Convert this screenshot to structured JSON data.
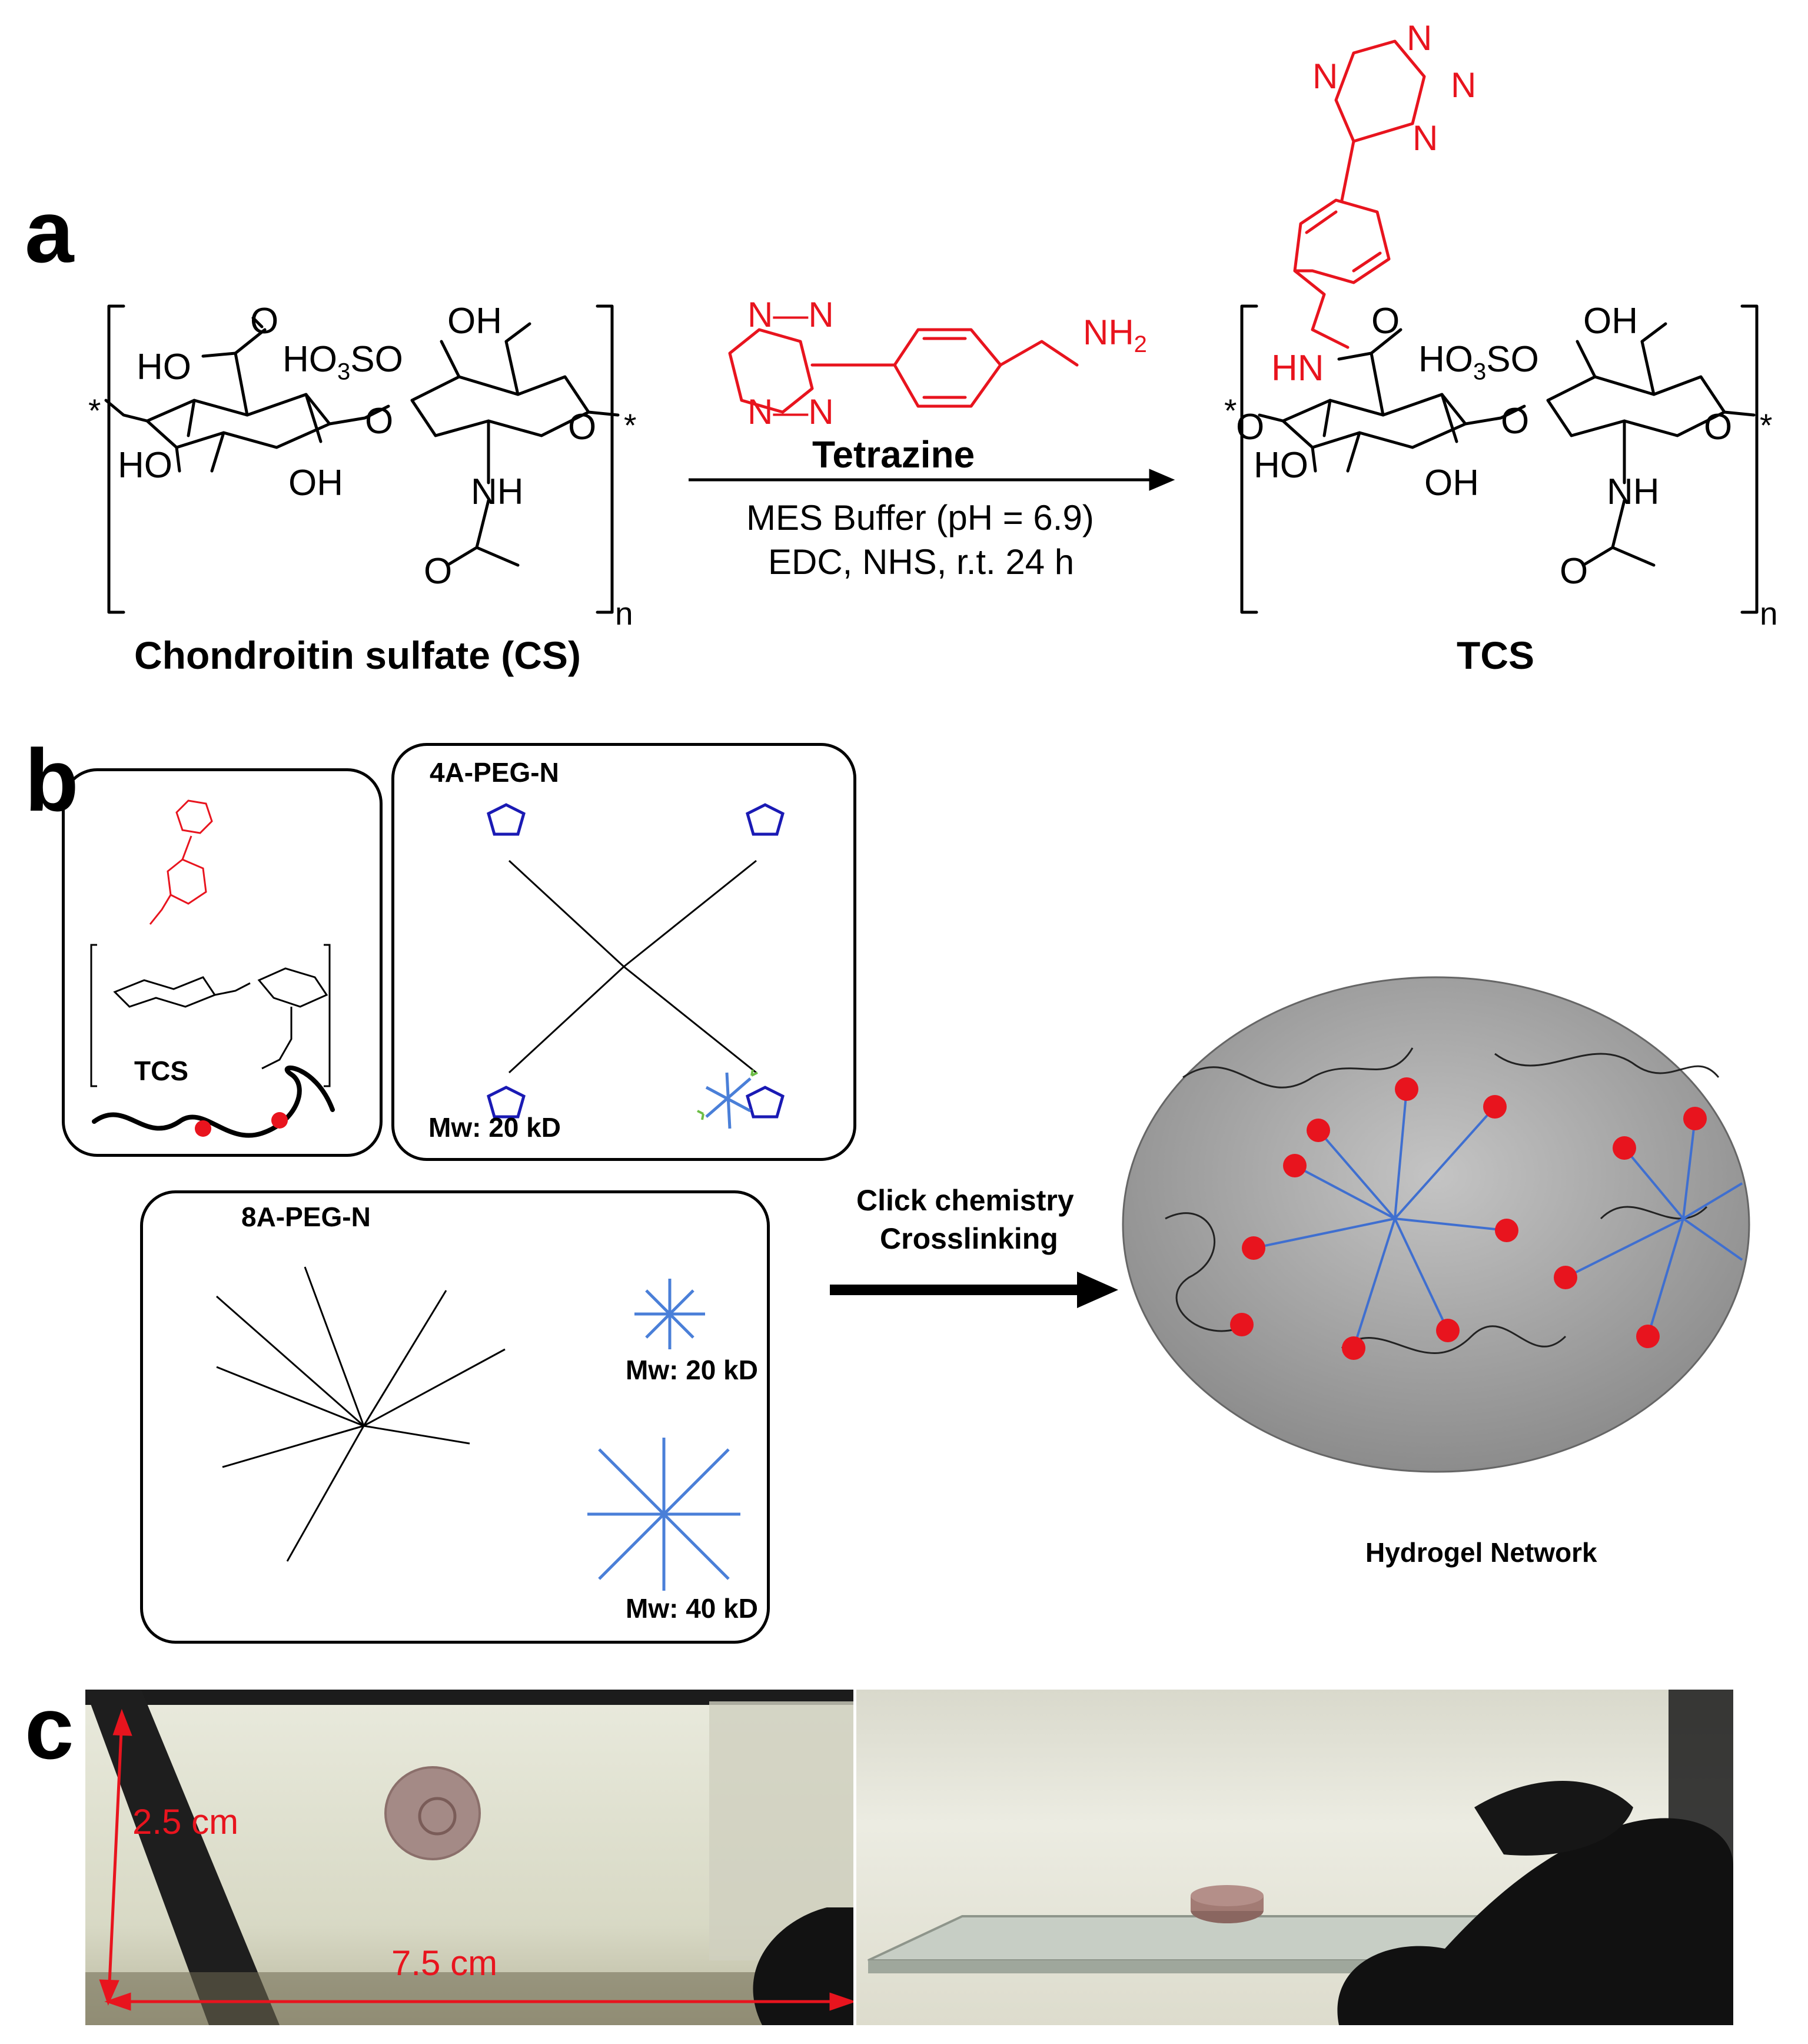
{
  "panels": {
    "a": "a",
    "b": "b",
    "c": "c"
  },
  "panel_a": {
    "reactant_label": "Chondroitin sulfate (CS)",
    "product_label": "TCS",
    "reagent_name": "Tetrazine",
    "condition_line1": "MES Buffer (pH = 6.9)",
    "condition_line2": "EDC, NHS, r.t. 24 h",
    "atoms": {
      "N": "N",
      "NH2": "NH",
      "NH2_sub": "2",
      "O": "O",
      "HO": "HO",
      "OH": "OH",
      "HO3SO_1": "HO",
      "HO3SO_sub": "3",
      "HO3SO_2": "SO",
      "NH": "NH",
      "HN": "HN",
      "star": "*",
      "n": "n"
    }
  },
  "panel_b": {
    "box_tcs_label": "TCS",
    "box_4a_title": "4A-PEG-N",
    "box_4a_mw": "Mw: 20 kD",
    "box_8a_title": "8A-PEG-N",
    "box_8a_mw1": "Mw: 20 kD",
    "box_8a_mw2": "Mw: 40 kD",
    "arrow_line1": "Click chemistry",
    "arrow_line2": "Crosslinking",
    "network_label": "Hydrogel Network"
  },
  "panel_c": {
    "height_label": "2.5 cm",
    "width_label": "7.5 cm"
  },
  "colors": {
    "tetrazine_red": "#e8141e",
    "norbornene_blue": "#1a1ab4",
    "peg_blue": "#4a7fd8",
    "end_green": "#6cbd45",
    "network_gray": "#9a9a9a",
    "arrow_red": "#e8141e"
  }
}
